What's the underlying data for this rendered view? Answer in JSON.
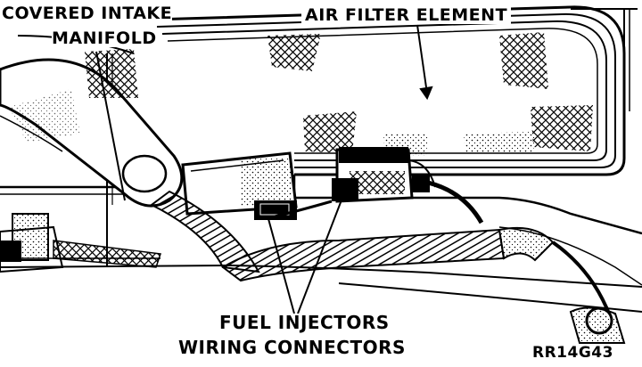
{
  "labels": {
    "covered_intake_line1": "COVERED INTAKE",
    "covered_intake_line2": "MANIFOLD",
    "air_filter": "AIR FILTER ELEMENT",
    "fuel_injectors_line1": "FUEL INJECTORS",
    "fuel_injectors_line2": "WIRING CONNECTORS",
    "figure_code": "RR14G43"
  },
  "colors": {
    "ink": "#000000",
    "paper": "#ffffff"
  }
}
